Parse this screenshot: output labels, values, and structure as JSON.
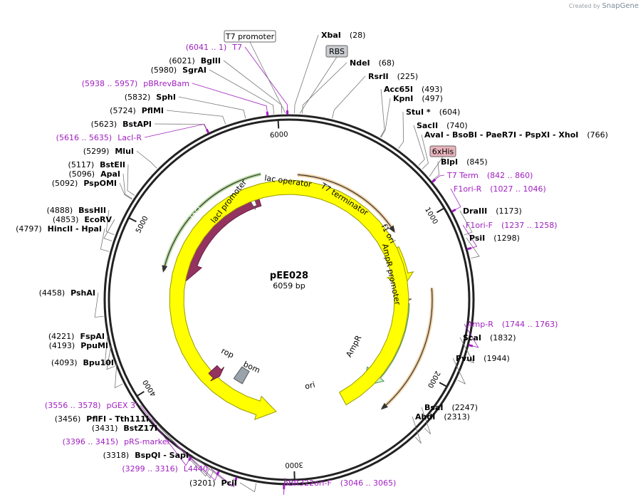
{
  "credit": {
    "prefix": "Created by",
    "brand": "SnapGene"
  },
  "plasmid": {
    "name": "pEE028",
    "length_label": "6059 bp",
    "length": 6059
  },
  "ticks": [
    {
      "label": "1000",
      "pos": 1000
    },
    {
      "label": "2000",
      "pos": 2000
    },
    {
      "label": "3000",
      "pos": 3000
    },
    {
      "label": "4000",
      "pos": 4000
    },
    {
      "label": "5000",
      "pos": 5000
    },
    {
      "label": "6000",
      "pos": 6000
    }
  ],
  "sites": [
    {
      "name": "XbaI",
      "num": "(28)",
      "pos": 28,
      "side": "right"
    },
    {
      "name": "NdeI",
      "num": "(68)",
      "pos": 68,
      "side": "right"
    },
    {
      "name": "RsrII",
      "num": "(225)",
      "pos": 225,
      "side": "right"
    },
    {
      "name": "Acc65I",
      "num": "(493)",
      "pos": 493,
      "side": "right"
    },
    {
      "name": "KpnI",
      "num": "(497)",
      "pos": 497,
      "side": "right"
    },
    {
      "name": "StuI *",
      "num": "(604)",
      "pos": 604,
      "side": "right"
    },
    {
      "name": "SacII",
      "num": "(740)",
      "pos": 740,
      "side": "right"
    },
    {
      "name": "AvaI  - BsoBI  - PaeR7I  - PspXI  - XhoI",
      "num": "(766)",
      "pos": 766,
      "side": "right"
    },
    {
      "name": "BlpI",
      "num": "(845)",
      "pos": 845,
      "side": "right"
    },
    {
      "name": "DraIII",
      "num": "(1173)",
      "pos": 1173,
      "side": "right"
    },
    {
      "name": "PsiI",
      "num": "(1298)",
      "pos": 1298,
      "side": "right"
    },
    {
      "name": "ScaI",
      "num": "(1832)",
      "pos": 1832,
      "side": "right"
    },
    {
      "name": "PvuI",
      "num": "(1944)",
      "pos": 1944,
      "side": "right"
    },
    {
      "name": "BsaI",
      "num": "(2247)",
      "pos": 2247,
      "side": "right"
    },
    {
      "name": "AhdI",
      "num": "(2313)",
      "pos": 2313,
      "side": "right"
    },
    {
      "name": "PciI",
      "num": "(3201)",
      "pos": 3201,
      "side": "left"
    },
    {
      "name": "BspQI  - SapI",
      "num": "(3318)",
      "pos": 3318,
      "side": "left"
    },
    {
      "name": "BstZ17I",
      "num": "(3431)",
      "pos": 3431,
      "side": "left"
    },
    {
      "name": "PflFI  - Tth111I",
      "num": "(3456)",
      "pos": 3456,
      "side": "left"
    },
    {
      "name": "Bpu10I",
      "num": "(4093)",
      "pos": 4093,
      "side": "left"
    },
    {
      "name": "PpuMI",
      "num": "(4193)",
      "pos": 4193,
      "side": "left"
    },
    {
      "name": "FspAI",
      "num": "(4221)",
      "pos": 4221,
      "side": "left"
    },
    {
      "name": "PshAI",
      "num": "(4458)",
      "pos": 4458,
      "side": "left"
    },
    {
      "name": "HincII  - HpaI",
      "num": "(4797)",
      "pos": 4797,
      "side": "left"
    },
    {
      "name": "EcoRV",
      "num": "(4853)",
      "pos": 4853,
      "side": "left"
    },
    {
      "name": "BssHII",
      "num": "(4888)",
      "pos": 4888,
      "side": "left"
    },
    {
      "name": "PspOMI",
      "num": "(5092)",
      "pos": 5092,
      "side": "left"
    },
    {
      "name": "ApaI",
      "num": "(5096)",
      "pos": 5096,
      "side": "left"
    },
    {
      "name": "BstEII",
      "num": "(5117)",
      "pos": 5117,
      "side": "left"
    },
    {
      "name": "MluI",
      "num": "(5299)",
      "pos": 5299,
      "side": "left"
    },
    {
      "name": "BstAPI",
      "num": "(5623)",
      "pos": 5623,
      "side": "left"
    },
    {
      "name": "PflMI",
      "num": "(5724)",
      "pos": 5724,
      "side": "left"
    },
    {
      "name": "SphI",
      "num": "(5832)",
      "pos": 5832,
      "side": "left"
    },
    {
      "name": "SgrAI",
      "num": "(5980)",
      "pos": 5980,
      "side": "left"
    },
    {
      "name": "BglII",
      "num": "(6021)",
      "pos": 6021,
      "side": "left"
    }
  ],
  "primers": [
    {
      "name": "T7 Term",
      "num": "(842 .. 860)",
      "pos": 851,
      "side": "right"
    },
    {
      "name": "F1ori-R",
      "num": "(1027 .. 1046)",
      "pos": 1036,
      "side": "right"
    },
    {
      "name": "F1ori-F",
      "num": "(1237 .. 1258)",
      "pos": 1248,
      "side": "right"
    },
    {
      "name": "Amp-R",
      "num": "(1744 .. 1763)",
      "pos": 1753,
      "side": "right"
    },
    {
      "name": "pBR322ori-F",
      "num": "(3046 .. 3065)",
      "pos": 3056,
      "side": "bottom"
    },
    {
      "name": "L4440",
      "num": "(3299 .. 3316)",
      "pos": 3307,
      "side": "left"
    },
    {
      "name": "pRS-marker",
      "num": "(3396 .. 3415)",
      "pos": 3405,
      "side": "left"
    },
    {
      "name": "pGEX 3'",
      "num": "(3556 .. 3578)",
      "pos": 3567,
      "side": "left"
    },
    {
      "name": "LacI-R",
      "num": "(5616 .. 5635)",
      "pos": 5625,
      "side": "left"
    },
    {
      "name": "pBRrevBam",
      "num": "(5938 .. 5957)",
      "pos": 5947,
      "side": "left"
    },
    {
      "name": "T7",
      "num": "(6041 .. 1)",
      "pos": 6050,
      "side": "left"
    }
  ],
  "boxes": [
    {
      "name": "T7 promoter",
      "fill": "#ffffff",
      "pos": 6040
    },
    {
      "name": "RBS",
      "fill": "#c9ccd0",
      "pos": 55
    },
    {
      "name": "6xHis",
      "fill": "#e8b4bc",
      "pos": 820
    }
  ],
  "features": [
    {
      "name": "lacI",
      "start": 5780,
      "end": 4720,
      "dir": "ccw",
      "r": 147,
      "w": 19,
      "fill": "#943260",
      "stroke": "#6a1f43",
      "kind": "gene"
    },
    {
      "name": "lacI promoter",
      "start": 5740,
      "end": 5700,
      "dir": "ccw",
      "r": 147,
      "w": 14,
      "fill": "#ffffff",
      "stroke": "#555555",
      "kind": "promoter"
    },
    {
      "name": "lac operator",
      "start": 6020,
      "end": 6045,
      "dir": "none",
      "r": 158,
      "w": 14,
      "fill": "#99a3ab",
      "stroke": "#555555",
      "kind": "box"
    },
    {
      "name": "T7 terminator",
      "start": 920,
      "end": 960,
      "dir": "cw",
      "r": 158,
      "w": 6,
      "fill": "#999999",
      "stroke": "#555555",
      "kind": "terminator"
    },
    {
      "name": "f1 ori",
      "start": 1080,
      "end": 1420,
      "dir": "cw",
      "r": 160,
      "w": 22,
      "fill": "#ffff00",
      "stroke": "#9a9a00",
      "kind": "gene"
    },
    {
      "name": "AmpR promoter",
      "start": 1440,
      "end": 1545,
      "dir": "cw",
      "r": 160,
      "w": 14,
      "fill": "#ffffff",
      "stroke": "#555555",
      "kind": "promoter"
    },
    {
      "name": "AmpR",
      "start": 1545,
      "end": 2340,
      "dir": "cw",
      "r": 160,
      "w": 18,
      "fill": "#ccf7cc",
      "stroke": "#4c8c4c",
      "kind": "gene"
    },
    {
      "name": "ori",
      "start": 2550,
      "end": 3140,
      "dir": "ccw",
      "r": 158,
      "w": 20,
      "fill": "#ffff00",
      "stroke": "#9a9a00",
      "kind": "gene"
    },
    {
      "name": "rop",
      "start": 3830,
      "end": 3740,
      "dir": "ccw",
      "r": 145,
      "w": 16,
      "fill": "#943260",
      "stroke": "#6a1f43",
      "kind": "gene"
    },
    {
      "name": "bom",
      "start": 3520,
      "end": 3620,
      "dir": "none",
      "r": 125,
      "w": 20,
      "fill": "#99a3ab",
      "stroke": "#555555",
      "kind": "box"
    }
  ],
  "orfs": [
    {
      "start": 65,
      "end": 955,
      "dir": "cw",
      "r": 176,
      "color": "#e19a35"
    },
    {
      "start": 1435,
      "end": 2345,
      "dir": "cw",
      "r": 201,
      "color": "#e19a35"
    },
    {
      "start": 5845,
      "end": 4765,
      "dir": "ccw",
      "r": 181,
      "color": "#5fad2b"
    }
  ]
}
